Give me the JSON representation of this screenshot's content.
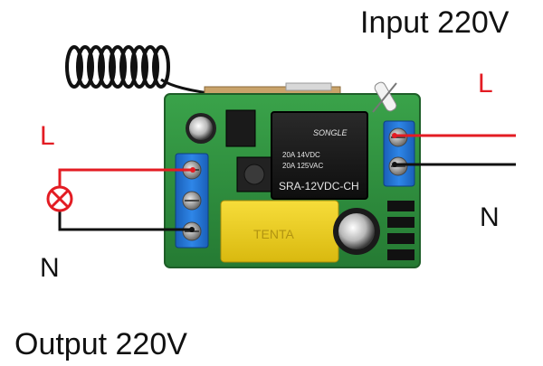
{
  "labels": {
    "input_title": "Input 220V",
    "output_title": "Output 220V",
    "input_live": "L",
    "input_neutral": "N",
    "output_live": "L",
    "output_neutral": "N"
  },
  "relay": {
    "brand": "SONGLE",
    "rating_dc": "20A 14VDC",
    "rating_ac": "20A 125VAC",
    "model": "SRA-12VDC-CH"
  },
  "capacitor_brand": "TENTA",
  "colors": {
    "live_wire": "#e31c23",
    "neutral_wire": "#111111",
    "pcb": "#2f8f3c",
    "relay_body": "#1a1a1a",
    "terminal_block": "#1f6fd1",
    "capacitor_yellow": "#f2d21a",
    "label_live": "#e31c23",
    "label_text": "#111111"
  },
  "icons": {
    "lamp": "lamp-icon",
    "antenna": "antenna-coil-icon"
  }
}
